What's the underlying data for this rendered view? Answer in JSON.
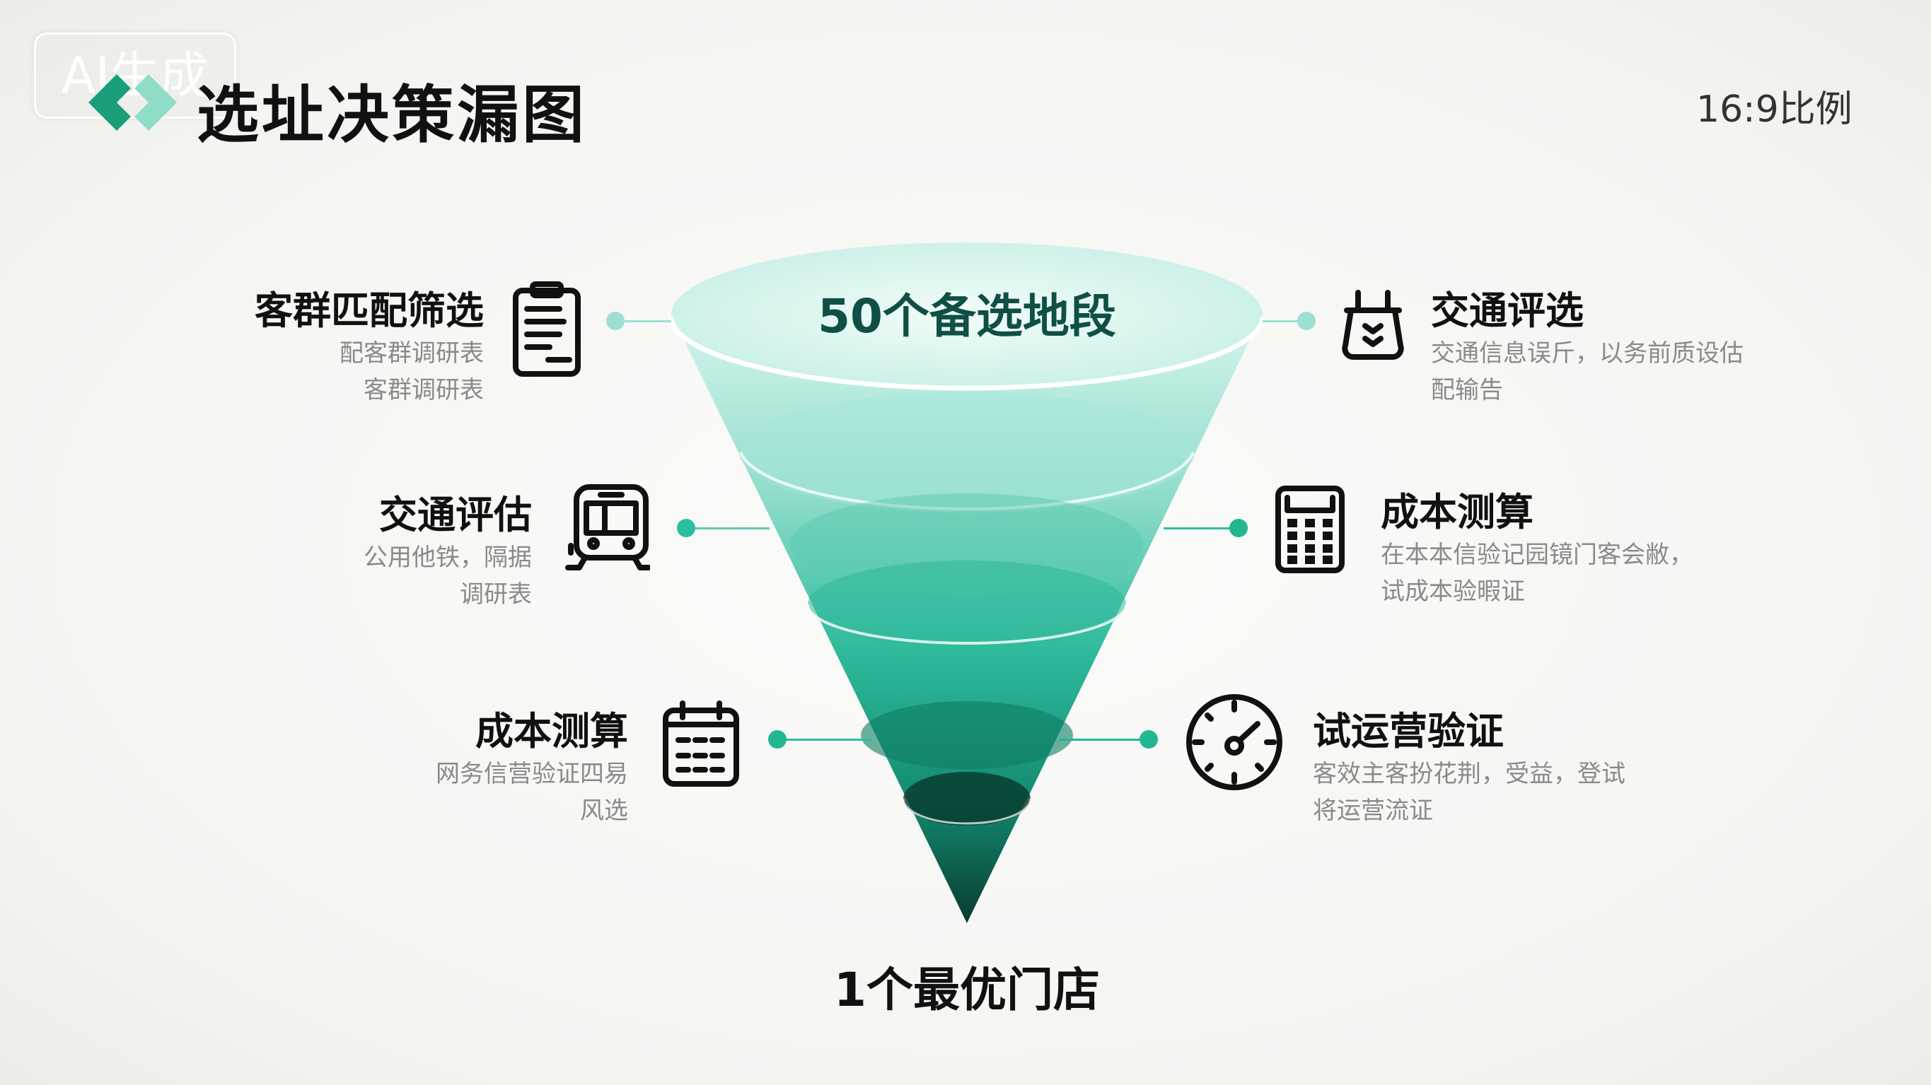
{
  "badge": "AI生成",
  "header": {
    "title": "选址决策漏图",
    "ratio": "16:9比例"
  },
  "funnel": {
    "top_label": "50个备选地段",
    "bottom_label": "1个最优门店"
  },
  "left_steps": [
    {
      "title": "客群匹配筛选",
      "lines": [
        "配客群调研表",
        "客群调研表"
      ],
      "icon": "clipboard-icon"
    },
    {
      "title": "交通评估",
      "lines": [
        "公用他铁，隔据",
        "调研表"
      ],
      "icon": "bus-icon"
    },
    {
      "title": "成本测算",
      "lines": [
        "网务信营验证四易",
        "风选"
      ],
      "icon": "calendar-icon"
    }
  ],
  "right_steps": [
    {
      "title": "交通评选",
      "lines": [
        "交通信息误斤，以务前质设估",
        "配输告"
      ],
      "icon": "basket-icon"
    },
    {
      "title": "成本测算",
      "lines": [
        "在本本信验记园镜门客会敝，",
        "试成本验暇证"
      ],
      "icon": "calculator-icon"
    },
    {
      "title": "试运营验证",
      "lines": [
        "客效主客扮花荆，受益，登试",
        "将运营流证"
      ],
      "icon": "clock-icon"
    }
  ],
  "colors": {
    "accent": "#1fb892",
    "light": "#9ddfd2",
    "dark": "#0c4a3c"
  }
}
